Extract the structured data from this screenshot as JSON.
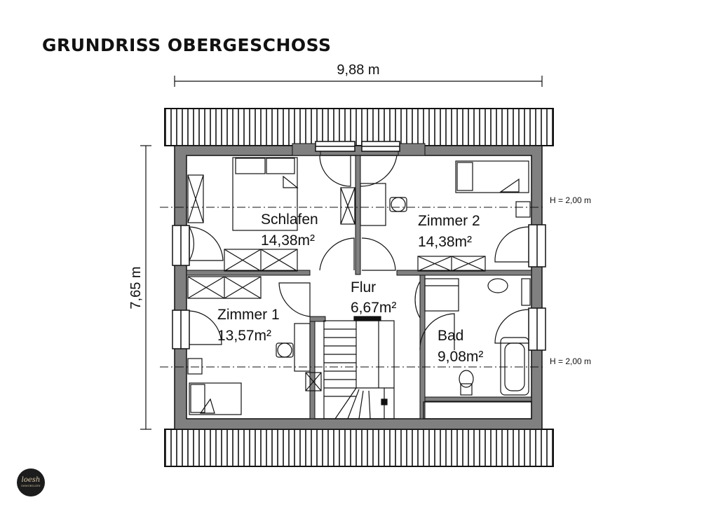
{
  "title": "GRUNDRISS OBERGESCHOSS",
  "dimensions": {
    "width": "9,88 m",
    "height": "7,65 m"
  },
  "height_marks": [
    "H = 2,00 m",
    "H = 2,00 m"
  ],
  "rooms": [
    {
      "name": "Schlafen",
      "area": "14,38m²"
    },
    {
      "name": "Zimmer 2",
      "area": "14,38m²"
    },
    {
      "name": "Flur",
      "area": "6,67m²"
    },
    {
      "name": "Zimmer 1",
      "area": "13,57m²"
    },
    {
      "name": "Bad",
      "area": "9,08m²"
    }
  ],
  "logo": {
    "text": "loesh",
    "subtext": "IMMOBILIEN"
  },
  "colors": {
    "wall": "#808080",
    "line": "#111111",
    "background": "#ffffff"
  }
}
